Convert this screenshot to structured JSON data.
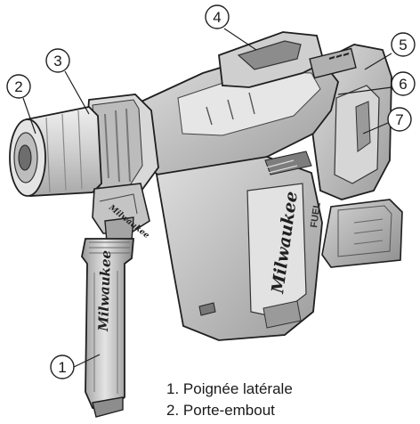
{
  "callouts": [
    "1",
    "2",
    "3",
    "4",
    "5",
    "6",
    "7"
  ],
  "legend": {
    "items": [
      "1. Poignée latérale",
      "2. Porte-embout"
    ]
  },
  "brand": {
    "logo_text": "Milwaukee",
    "series_text": "FUEL"
  },
  "colors": {
    "outline": "#1f1f1f",
    "body_gray": "#c8c8c8",
    "light_gray": "#e2e2e2",
    "mid_gray": "#a9a9a9",
    "dark_gray": "#7d7d7d",
    "darker_gray": "#5a5a5a",
    "background": "#ffffff"
  }
}
